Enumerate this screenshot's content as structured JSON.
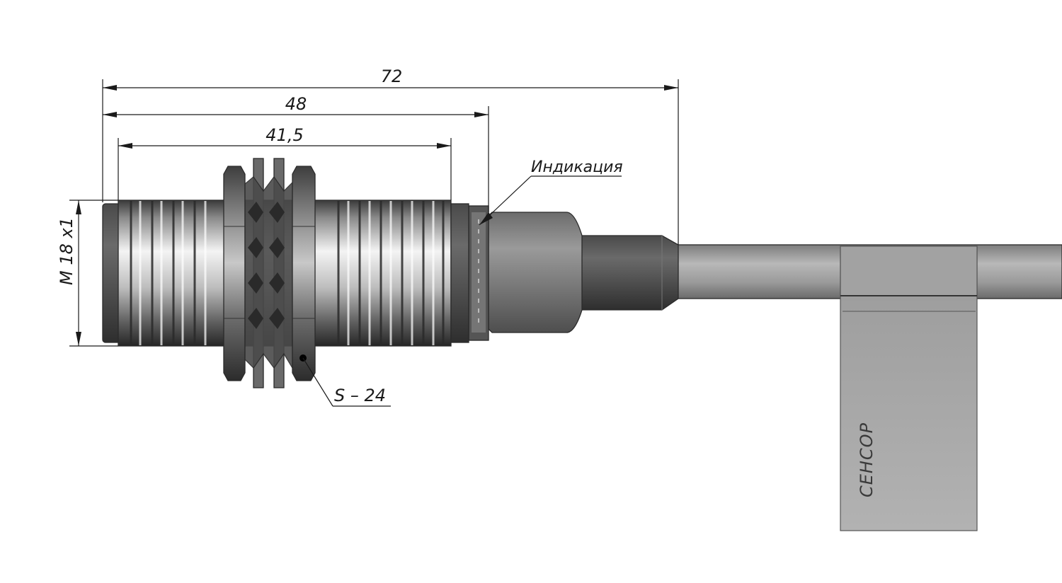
{
  "dimensions": {
    "overall_length": "72",
    "housing_length": "48",
    "thread_length": "41,5",
    "thread_size": "M 18 x1"
  },
  "callouts": {
    "indicator": "Индикация",
    "nut_size": "S – 24"
  },
  "cable_tag": {
    "brand": "СЕНСОР"
  },
  "colors": {
    "line": "#1a1a1a",
    "metal_light": "#f2f2f2",
    "metal_dark": "#2b2b2b",
    "cable": "#9a9a9a",
    "tag": "#a9a9a9"
  }
}
